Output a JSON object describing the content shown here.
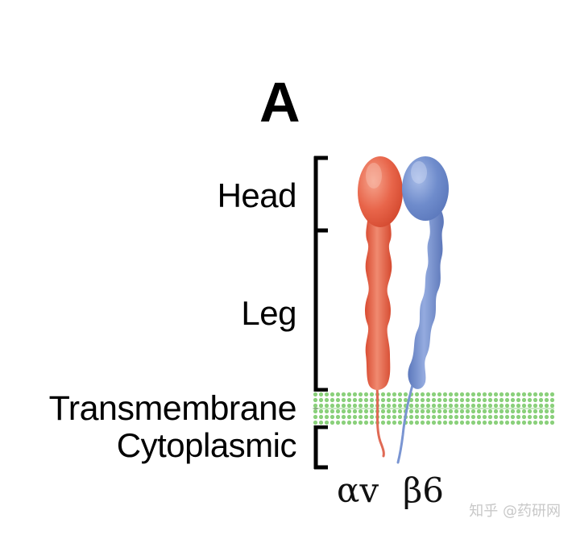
{
  "panel_letter": "A",
  "domains": {
    "head": "Head",
    "leg": "Leg",
    "transmembrane": "Transmembrane",
    "cytoplasmic": "Cytoplasmic"
  },
  "subunits": {
    "alpha": "αv",
    "beta": "β6"
  },
  "watermark": "知乎 @药研网",
  "colors": {
    "alpha_subunit": "#e8654a",
    "beta_subunit": "#6f8ccc",
    "membrane": "#7dc870",
    "bracket": "#000000"
  }
}
